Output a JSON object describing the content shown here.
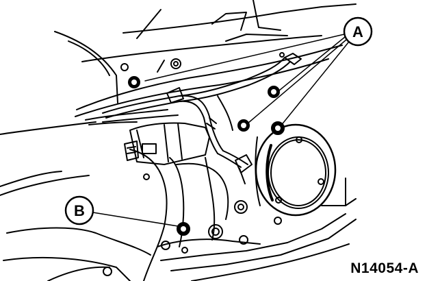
{
  "callouts": {
    "a": {
      "label": "A"
    },
    "b": {
      "label": "B"
    }
  },
  "figure_id": "N14054-A",
  "colors": {
    "ink": "#000000",
    "paper": "#ffffff"
  }
}
